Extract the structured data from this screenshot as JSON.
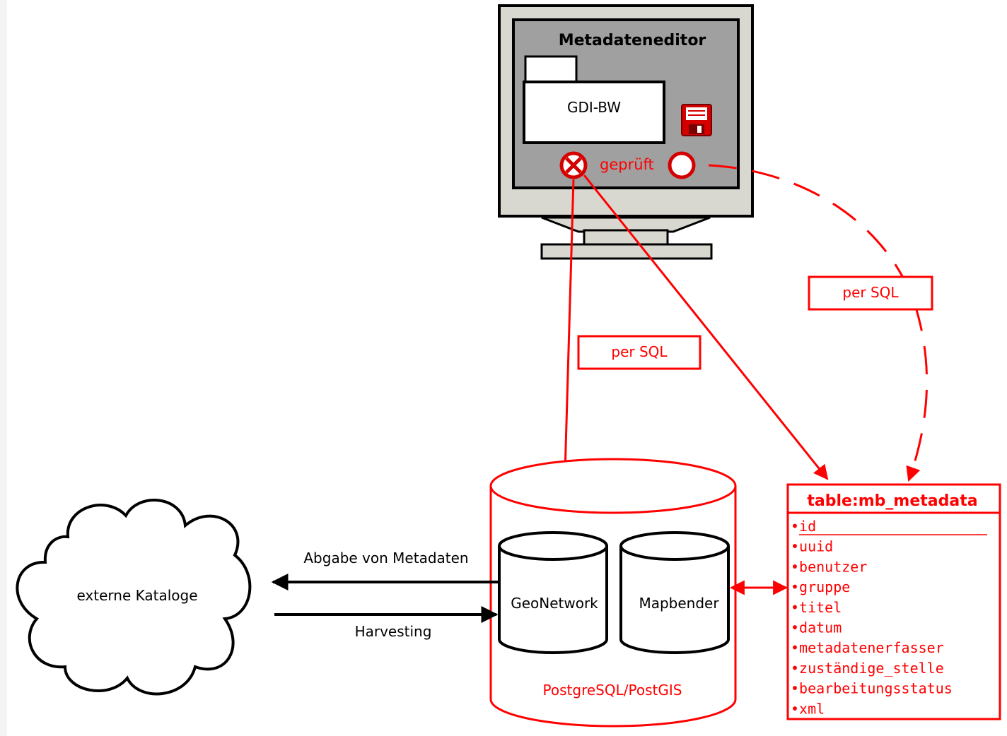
{
  "monitor": {
    "title": "Metadateneditor",
    "folder_label": "GDI-BW",
    "checked_label": "geprüft"
  },
  "links": {
    "sql_label_left": "per SQL",
    "sql_label_right": "per SQL"
  },
  "database": {
    "label": "PostgreSQL/PostGIS",
    "geonetwork": "GeoNetwork",
    "mapbender": "Mapbender"
  },
  "cloud": {
    "label": "externe Kataloge"
  },
  "flows": {
    "export_label": "Abgabe von Metadaten",
    "harvest_label": "Harvesting"
  },
  "table": {
    "title": "table:mb_metadata",
    "fields": [
      "id",
      "uuid",
      "benutzer",
      "gruppe",
      "titel",
      "datum",
      "metadatenerfasser",
      "zuständige_stelle",
      "bearbeitungsstatus",
      "xml"
    ]
  },
  "colors": {
    "accent": "#ff0000",
    "dark_red": "#cc0000",
    "monitor_body": "#d8d8d0",
    "screen": "#a0a0a0"
  }
}
